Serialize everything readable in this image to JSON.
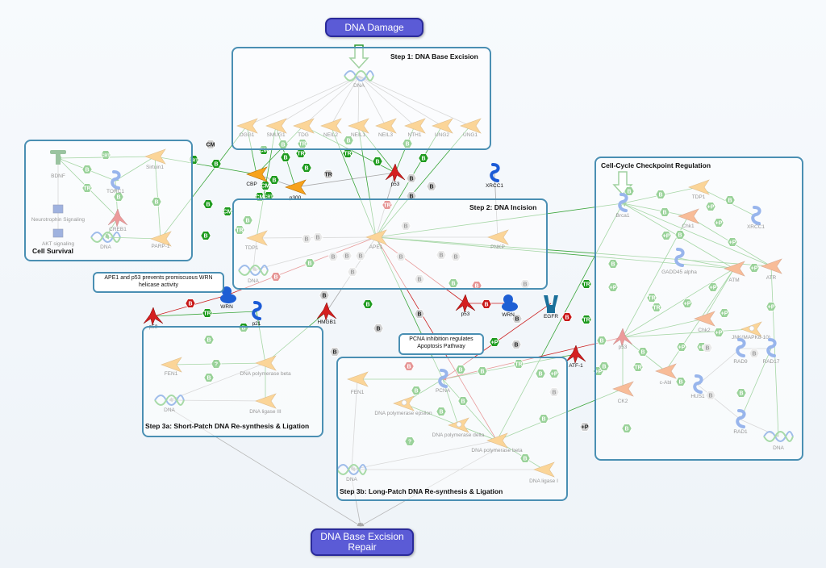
{
  "title_top": "DNA Damage",
  "title_bottom": "DNA Base Excision Repair",
  "colors": {
    "box_border": "#4a8fb3",
    "green_edge": "#3aa53a",
    "red_edge": "#cc2222",
    "gray_edge": "#a8a8a8",
    "pill": "#5b5bd6"
  },
  "boxes": {
    "step1": "Step 1: DNA Base Excision",
    "step2": "Step 2: DNA Incision",
    "step3a": "Step 3a: Short-Patch DNA Re-synthesis & Ligation",
    "step3b": "Step 3b: Long-Patch DNA Re-synthesis & Ligation",
    "survival": "Cell Survival",
    "checkpoint": "Cell-Cycle Checkpoint Regulation"
  },
  "notes": {
    "ape1_p53": "APE1 and p53 prevents promiscuous WRN helicase activity",
    "pcna": "PCNA inhibition regulates Apoptosis Pathway"
  },
  "nodes": {
    "dna1": "DNA",
    "ogg1": "OGG1",
    "smug1": "SMUG1",
    "tdg": "TDG",
    "neil2": "NEIL2",
    "neil1": "NEIL1",
    "neil3": "NEIL3",
    "nth1": "NTH1",
    "ung2": "UNG2",
    "ung1": "UNG1",
    "bdnf": "BDNF",
    "sirtuin1": "Sirtuin1",
    "torc1": "TORC1",
    "creb1": "CREB1",
    "neuro": "Neurotrophin Signaling",
    "akt": "AKT signaling",
    "dna_surv": "DNA",
    "parp1": "PARP-1",
    "cbp": "CBP",
    "p300": "p300",
    "p53_top": "p53",
    "xrcc1_mid": "XRCC1",
    "tdp1": "TDP1",
    "ape1": "APE1",
    "pnkp": "PNKP",
    "dna2": "DNA",
    "wrn1": "WRN",
    "p53_l": "p53",
    "p21": "p21",
    "hmgb1": "HMGB1",
    "p53_m": "p53",
    "wrn2": "WRN",
    "egfr": "EGFR",
    "atf1": "ATF-1",
    "fen1a": "FEN1",
    "polb_a": "DNA polymerase beta",
    "dna3a": "DNA",
    "lig3": "DNA ligase III",
    "fen1b": "FEN1",
    "pcna": "PCNA",
    "pole": "DNA polymerase epsilon",
    "pold": "DNA polymerase delta",
    "polb_b": "DNA polymerase beta",
    "dna3b": "DNA",
    "lig1": "DNA ligase I",
    "brca1": "Brca1",
    "tdp1c": "TDP1",
    "chk1": "Chk1",
    "xrcc1c": "XRCC1",
    "gadd45": "GADD45 alpha",
    "atm": "ATM",
    "atr": "ATR",
    "chk2": "Chk2",
    "jnk": "JNK(MAPK8-10)",
    "p53c": "p53",
    "rad9": "RAD9",
    "rad17": "RAD17",
    "cabl": "c-Abl",
    "hus1": "HUS1",
    "ck2": "CK2",
    "rad1": "RAD1",
    "dnac": "DNA"
  }
}
